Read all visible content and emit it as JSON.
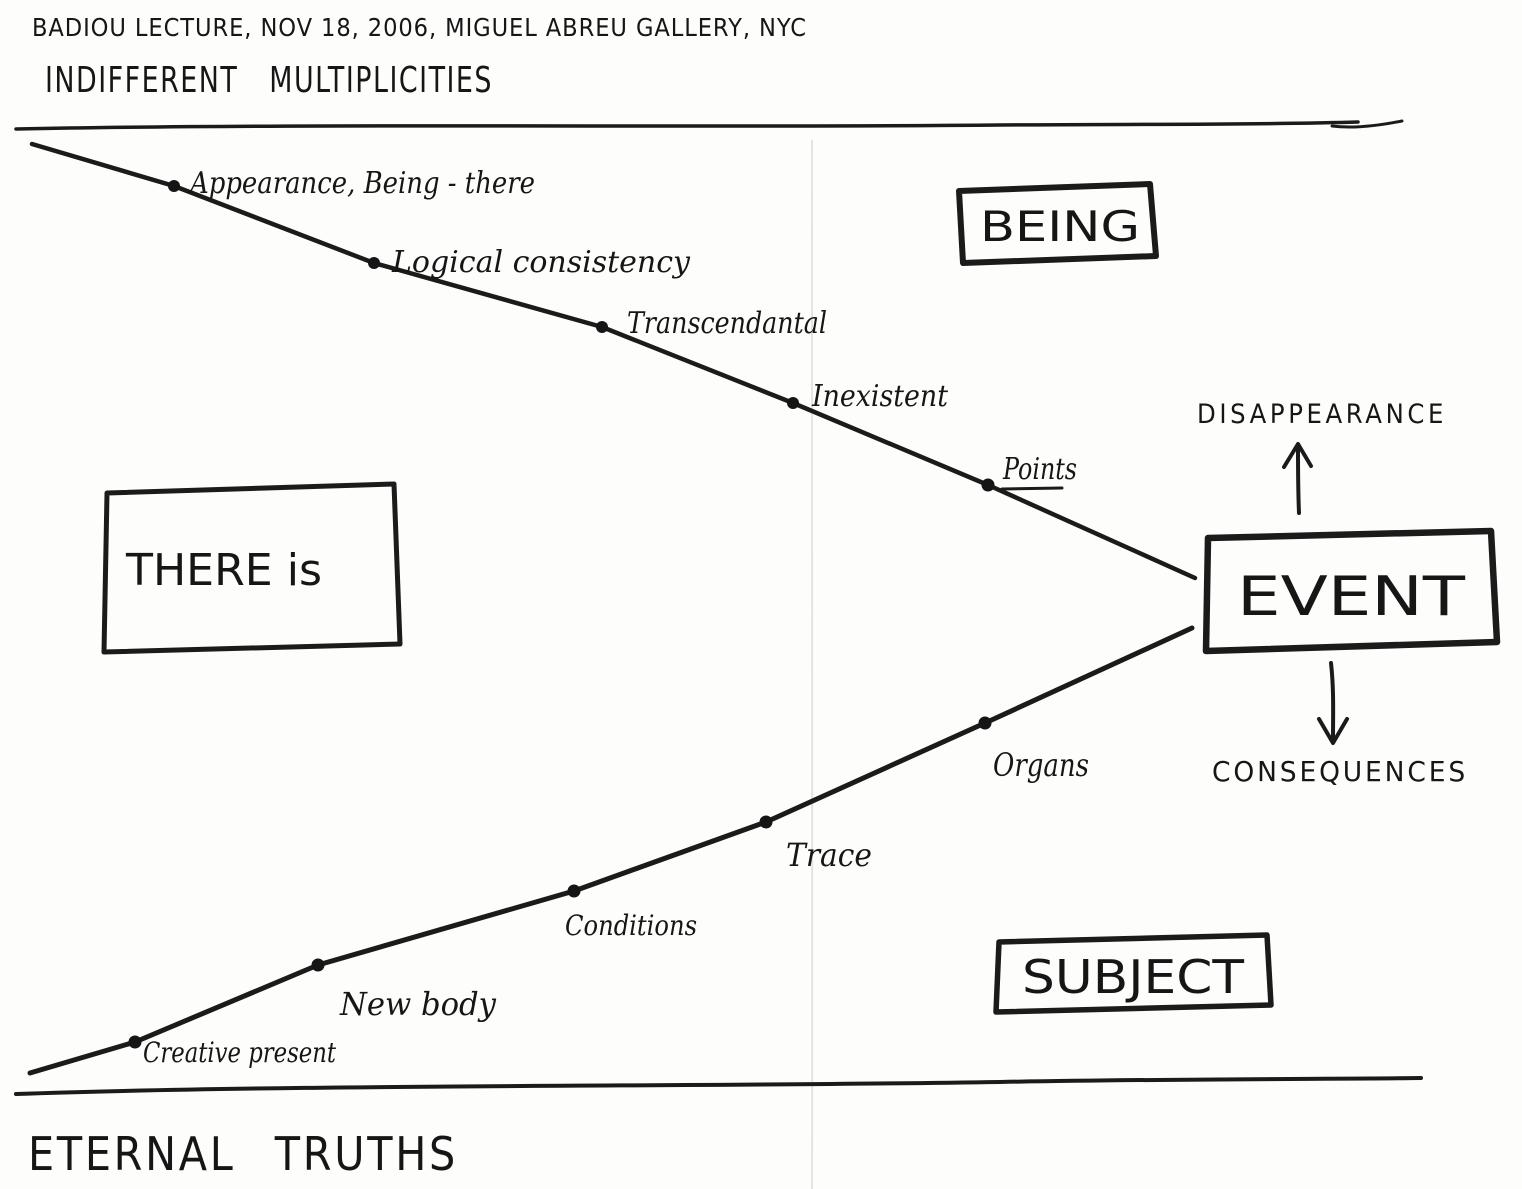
{
  "header": "BADIOU LECTURE, NOV 18, 2006, MIGUEL ABREU GALLERY, NYC",
  "title": "INDIFFERENT MULTIPLICITIES",
  "footer": "ETERNAL TRUTHS",
  "boxes": {
    "being": "BEING",
    "there_is": "THERE is",
    "event": "EVENT",
    "subject": "SUBJECT"
  },
  "arrows": {
    "up": "DISAPPEARANCE",
    "down": "CONSEQUENCES"
  },
  "being_line": [
    "Appearance, Being - there",
    "Logical consistency",
    "Transcendantal",
    "Inexistent",
    "Points"
  ],
  "subject_line": [
    "Creative present",
    "New body",
    "Conditions",
    "Trace",
    "Organs"
  ],
  "ink_color": "#1b1b1b"
}
